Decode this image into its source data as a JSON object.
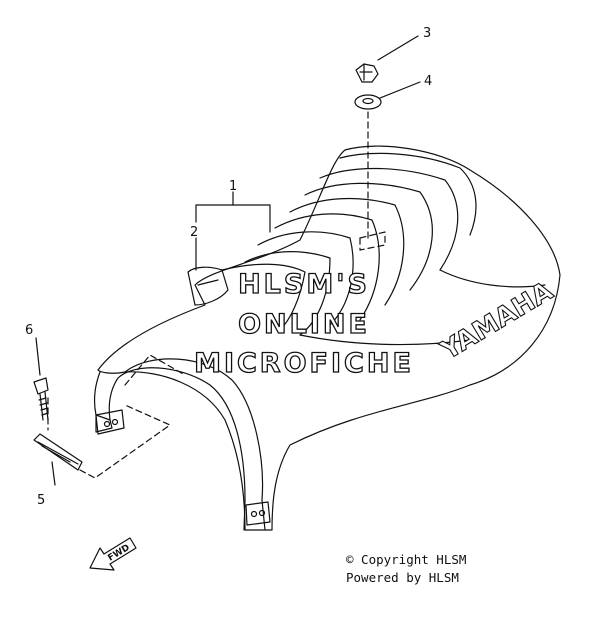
{
  "callouts": [
    {
      "num": "1"
    },
    {
      "num": "2"
    },
    {
      "num": "3"
    },
    {
      "num": "4"
    },
    {
      "num": "5"
    },
    {
      "num": "6"
    }
  ],
  "watermark": {
    "line1": "HLSM'S",
    "line2": "ONLINE",
    "line3": "MICROFICHE"
  },
  "seat_brand": "YAMAHA",
  "direction_arrow": "FWD",
  "footer": {
    "copyright": "© Copyright HLSM",
    "powered": "Powered by HLSM"
  }
}
